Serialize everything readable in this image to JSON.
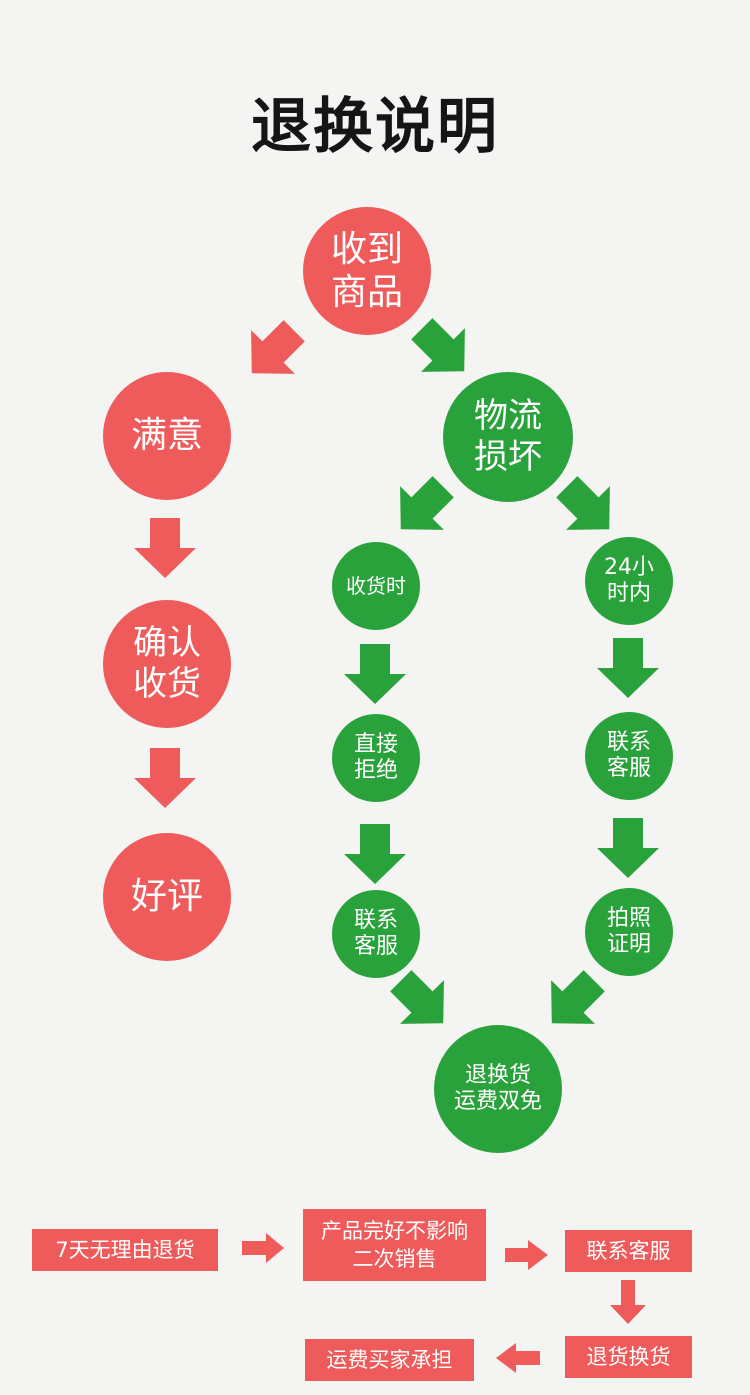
{
  "title": "退换说明",
  "colors": {
    "red": "#ee5b5a",
    "green": "#2aa23b",
    "background": "#f4f4f2"
  },
  "flow": {
    "start": "收到\n商品",
    "satisfied_path": [
      "满意",
      "确认\n收货",
      "好评"
    ],
    "damaged": "物流\n损坏",
    "left_branch": [
      "收货时",
      "直接\n拒绝",
      "联系\n客服"
    ],
    "right_branch": [
      "24小\n时内",
      "联系\n客服",
      "拍照\n证明"
    ],
    "result": "退换货\n运费双免"
  },
  "return_policy": {
    "step1": "7天无理由退货",
    "step2": "产品完好不影响\n二次销售",
    "step3": "联系客服",
    "step4": "退货换货",
    "step5": "运费买家承担"
  }
}
